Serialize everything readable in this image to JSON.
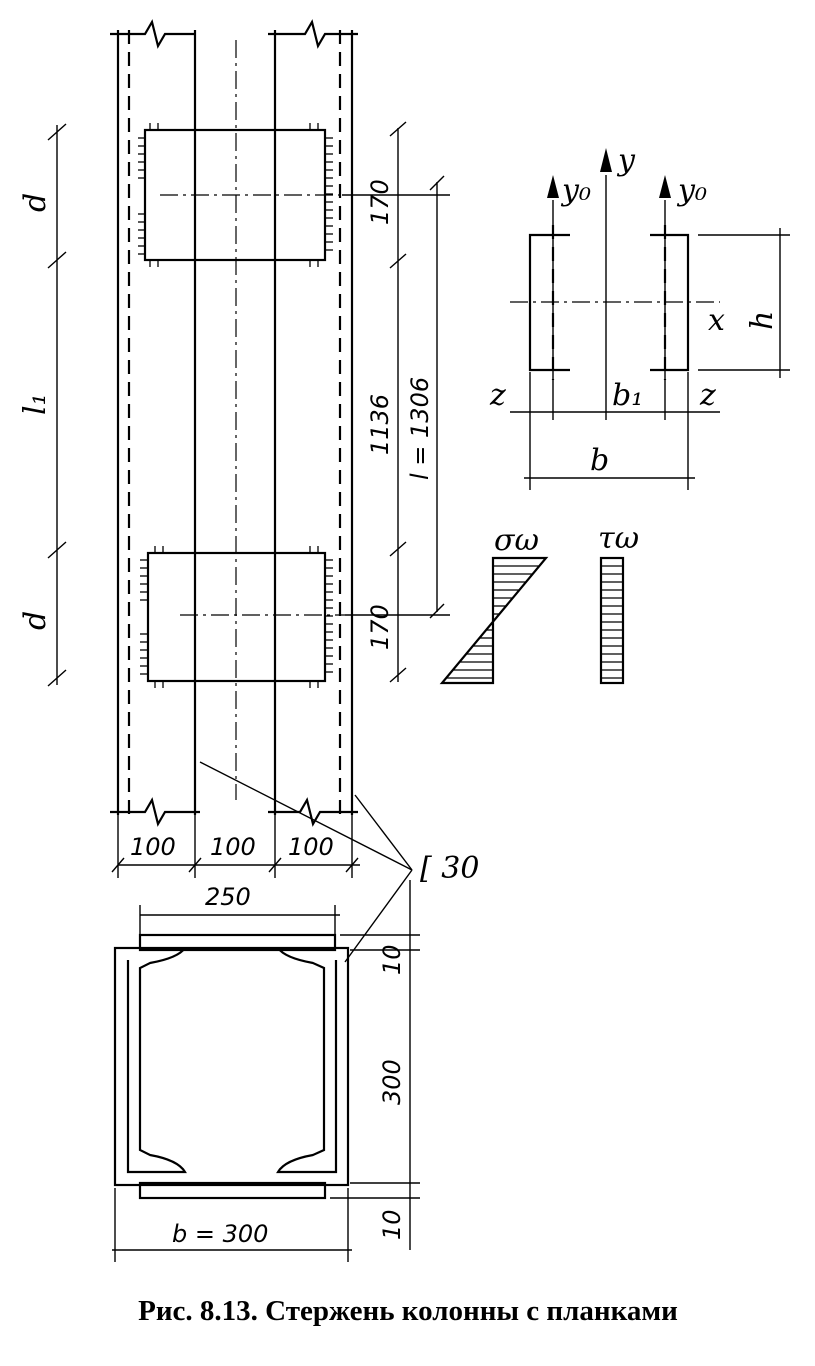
{
  "caption": "Рис. 8.13. Стержень колонны с планками",
  "elevation": {
    "label_d_top": "d",
    "label_l1": "l₁",
    "label_d_bottom": "d",
    "dim_plate_top": "170",
    "dim_between": "1136",
    "dim_total": "l = 1306",
    "dim_plate_bottom": "170",
    "dim_bottom_1": "100",
    "dim_bottom_2": "100",
    "dim_bottom_3": "100",
    "channel_label": "[ 30"
  },
  "cross_section_axes": {
    "label_y": "y",
    "label_y0_left": "y₀",
    "label_y0_right": "y₀",
    "label_x": "x",
    "label_h": "h",
    "label_z_left": "z",
    "label_z_right": "z",
    "label_b1": "b₁",
    "label_b": "b"
  },
  "stress_diagrams": {
    "sigma_label": "σω",
    "tau_label": "τω"
  },
  "plan_section": {
    "dim_plate_width": "250",
    "dim_top_plate": "10",
    "dim_height": "300",
    "dim_bottom_plate": "10",
    "dim_width": "b = 300"
  }
}
